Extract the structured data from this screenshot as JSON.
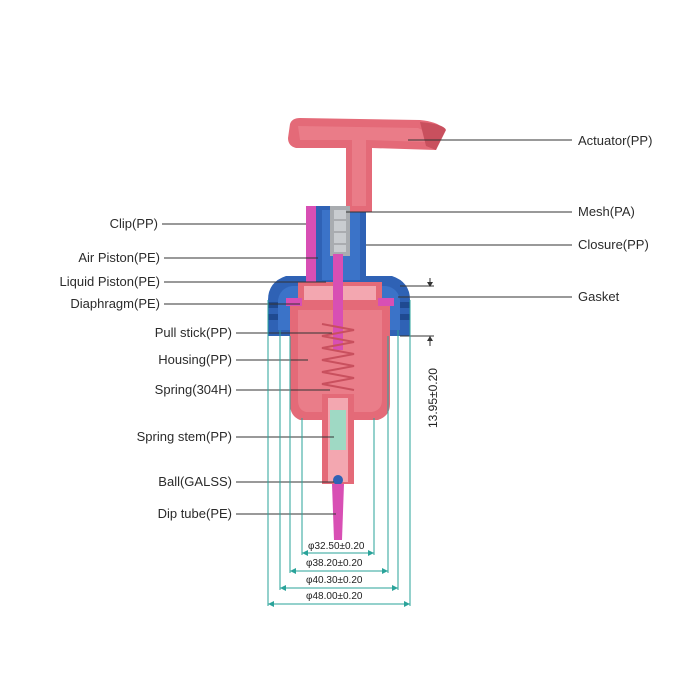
{
  "labels_right": {
    "actuator": "Actuator(PP)",
    "mesh": "Mesh(PA)",
    "closure": "Closure(PP)",
    "gasket": "Gasket"
  },
  "labels_left": {
    "clip": "Clip(PP)",
    "air_piston": "Air Piston(PE)",
    "liquid_piston": "Liquid Piston(PE)",
    "diaphragm": "Diaphragm(PE)",
    "pull_stick": "Pull stick(PP)",
    "housing": "Housing(PP)",
    "spring": "Spring(304H)",
    "spring_stem": "Spring stem(PP)",
    "ball": "Ball(GALSS)",
    "dip_tube": "Dip tube(PE)"
  },
  "dimensions": {
    "d1": "φ32.50±0.20",
    "d2": "φ38.20±0.20",
    "d3": "φ40.30±0.20",
    "d4": "φ48.00±0.20",
    "height": "13.95±0.20"
  },
  "colors": {
    "pink": "#e46a78",
    "pink_dark": "#c9505e",
    "blue": "#2f62b5",
    "blue_dark": "#1f4a91",
    "magenta": "#d84fb4",
    "mint": "#9fd9c4",
    "grey": "#a9acb0",
    "dim_line": "#2aa39a",
    "leader": "#333333"
  }
}
